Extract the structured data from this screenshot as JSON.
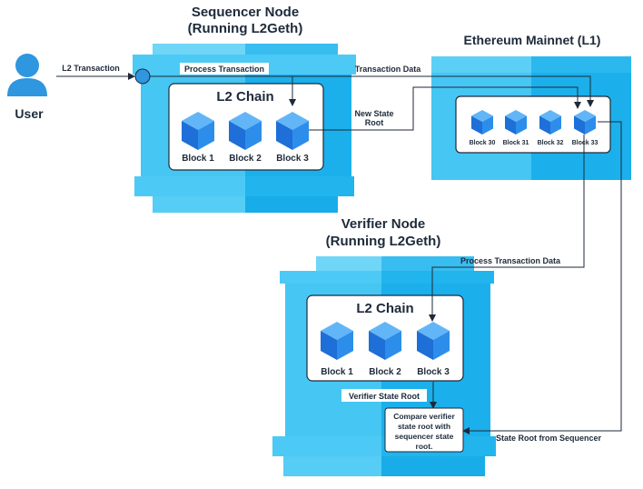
{
  "user": {
    "label": "User"
  },
  "sequencer": {
    "title_line1": "Sequencer Node",
    "title_line2": "(Running L2Geth)",
    "chain_title": "L2 Chain",
    "blocks": [
      "Block 1",
      "Block 2",
      "Block 3"
    ]
  },
  "ethereum": {
    "title": "Ethereum Mainnet (L1)",
    "blocks": [
      "Block 30",
      "Block 31",
      "Block 32",
      "Block 33"
    ]
  },
  "verifier": {
    "title_line1": "Verifier Node",
    "title_line2": "(Running L2Geth)",
    "chain_title": "L2 Chain",
    "blocks": [
      "Block 1",
      "Block 2",
      "Block 3"
    ],
    "state_root_label": "Verifier State Root",
    "compare_lines": [
      "Compare verifier",
      "state root with",
      "sequencer state",
      "root."
    ]
  },
  "edges": {
    "l2_transaction": "L2 Transaction",
    "process_transaction": "Process Transaction",
    "transaction_data": "Transaction Data",
    "new_state_root_line1": "New State",
    "new_state_root_line2": "Root",
    "process_transaction_data": "Process Transaction Data",
    "state_root_from_sequencer": "State Root from Sequencer"
  },
  "colors": {
    "node_light": "#5fd3f7",
    "node_mid": "#2dbdf0",
    "node_dark": "#0ea5e3",
    "cube_top": "#5fb0f5",
    "cube_left": "#1f6fd6",
    "cube_right": "#2b8ae8",
    "user": "#2f96e0",
    "line": "#1d2a3a"
  }
}
